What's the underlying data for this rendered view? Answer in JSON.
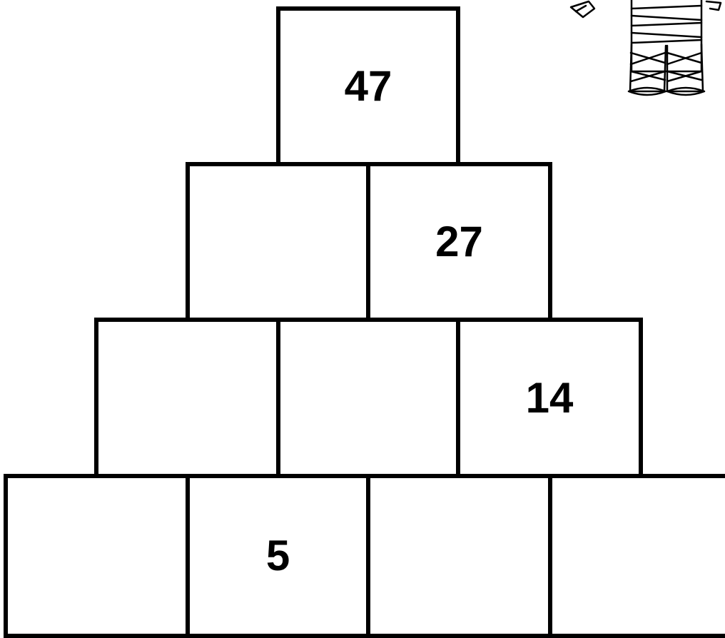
{
  "pyramid": {
    "rows": [
      [
        "47"
      ],
      [
        "",
        "27"
      ],
      [
        "",
        "",
        "14"
      ],
      [
        "",
        "5",
        "",
        ""
      ]
    ]
  },
  "decoration": {
    "icon": "mummy-icon"
  }
}
